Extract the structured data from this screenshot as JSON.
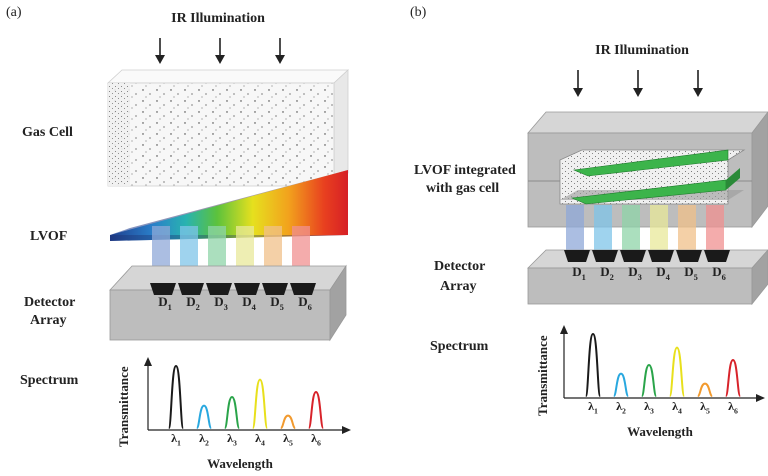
{
  "panel_a": {
    "panel_label": "(a)",
    "illumination": "IR Illumination",
    "gas_cell": "Gas Cell",
    "filter": "LVOF",
    "detector_line1": "Detector",
    "detector_line2": "Array",
    "spectrum": "Spectrum",
    "y_axis": "Transmittance",
    "x_axis": "Wavelength"
  },
  "panel_b": {
    "panel_label": "(b)",
    "illumination": "IR Illumination",
    "filter_line1": "LVOF integrated",
    "filter_line2": "with gas cell",
    "detector_line1": "Detector",
    "detector_line2": "Array",
    "spectrum": "Spectrum",
    "y_axis": "Transmittance",
    "x_axis": "Wavelength"
  },
  "detectors": [
    "D",
    "D",
    "D",
    "D",
    "D",
    "D"
  ],
  "detector_subscripts": [
    "1",
    "2",
    "3",
    "4",
    "5",
    "6"
  ],
  "wavelength_symbols": [
    "λ",
    "λ",
    "λ",
    "λ",
    "λ",
    "λ"
  ],
  "wavelength_subscripts": [
    "1",
    "2",
    "3",
    "4",
    "5",
    "6"
  ],
  "channel_colors": [
    "#1a1a1a",
    "#29a8df",
    "#2aa44a",
    "#e8e01c",
    "#f29a2e",
    "#d8232a"
  ],
  "light_beam_colors": [
    "#8fa8d8",
    "#7fc4e8",
    "#8fd4a8",
    "#e8e89a",
    "#f0c08a",
    "#f09090"
  ],
  "peak_relative_heights": [
    1.0,
    0.36,
    0.5,
    0.78,
    0.2,
    0.58
  ],
  "body_colors": {
    "block_front": "#bdbdbd",
    "block_top": "#d6d6d6",
    "block_side": "#a2a2a2",
    "green_plate": "#3cb44b"
  }
}
